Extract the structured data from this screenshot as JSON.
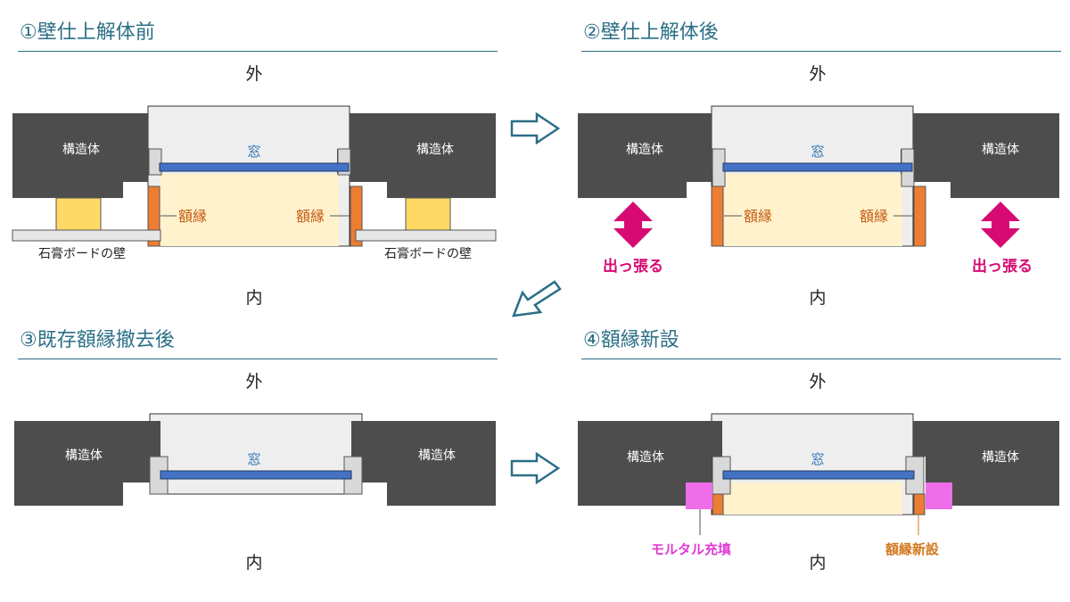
{
  "panels": [
    {
      "title": "①壁仕上解体前"
    },
    {
      "title": "②壁仕上解体後"
    },
    {
      "title": "③既存額縁撤去後"
    },
    {
      "title": "④額縁新設"
    }
  ],
  "labels": {
    "outside": "外",
    "inside": "内",
    "structure": "構造体",
    "window": "窓",
    "frame": "額縁",
    "gypsum_wall": "石膏ボードの壁",
    "protrude": "出っ張る",
    "mortar": "モルタル充填",
    "new_frame": "額縁新設"
  },
  "colors": {
    "title": "#2b6f86",
    "structure": "#4d4d4d",
    "glass": "#4472c4",
    "frame": "#ed7d31",
    "frame_fill": "#fff2cc",
    "window_box": "#eeeeee",
    "gypsum_stud": "#ffd966",
    "protrude": "#d60a72",
    "mortar": "#ee6ee9",
    "new_frame_text": "#d2781c",
    "arrow": "#2b6f86"
  }
}
